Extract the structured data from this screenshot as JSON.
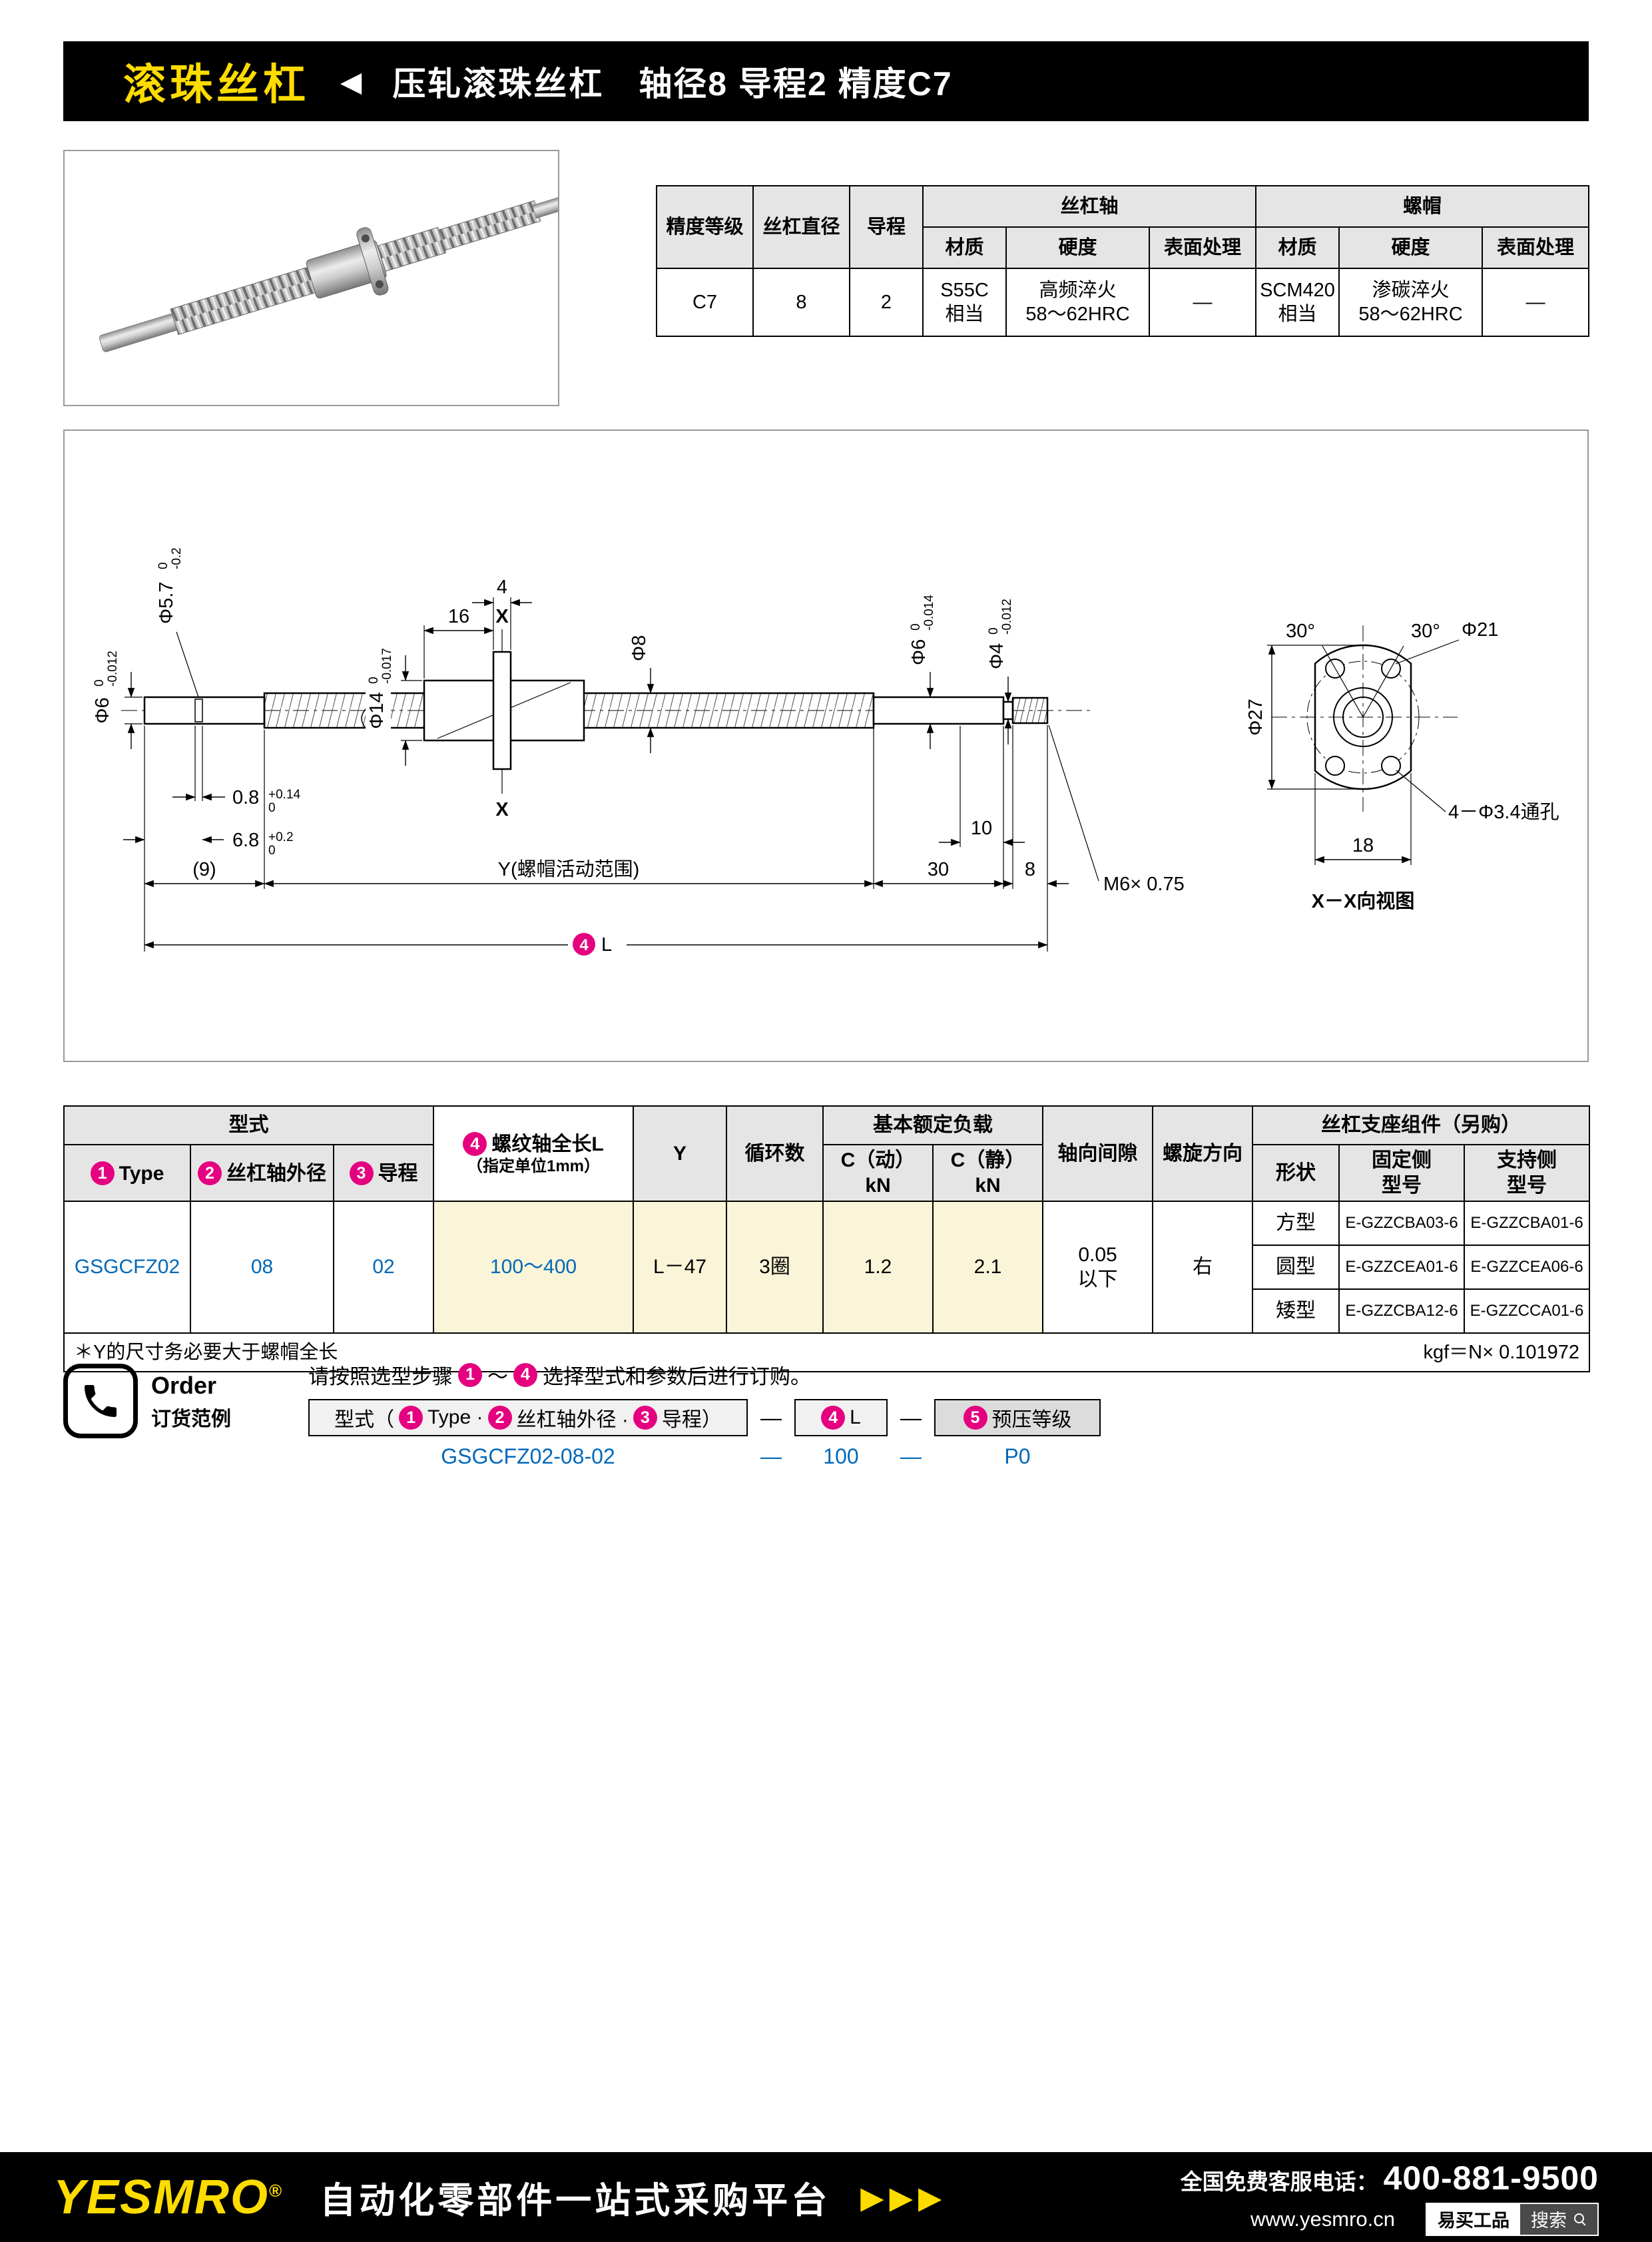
{
  "header": {
    "title": "滚珠丝杠",
    "arrow": "◀",
    "product": "压轧滚珠丝杠",
    "spec": "轴径8 导程2 精度C7"
  },
  "spec_table": {
    "h_accuracy": "精度等级",
    "h_diameter": "丝杠直径",
    "h_lead": "导程",
    "h_shaft": "丝杠轴",
    "h_nut": "螺帽",
    "h_material": "材质",
    "h_hardness": "硬度",
    "h_surface": "表面处理",
    "accuracy": "C7",
    "diameter": "8",
    "lead": "2",
    "shaft_material": "S55C\n相当",
    "shaft_hardness": "高频淬火\n58～62HRC",
    "shaft_surface": "—",
    "nut_material": "SCM420\n相当",
    "nut_hardness": "渗碳淬火\n58～62HRC",
    "nut_surface": "—"
  },
  "drawing": {
    "d6l": {
      "v": "Φ6",
      "t": "0",
      "b": "-0.012"
    },
    "d57": {
      "v": "Φ5.7",
      "t": "0",
      "b": "-0.2"
    },
    "d14": {
      "v": "Φ14",
      "t": "0",
      "b": "-0.017"
    },
    "d8": "Φ8",
    "d6r": {
      "v": "Φ6",
      "t": "0",
      "b": "-0.014"
    },
    "d4": {
      "v": "Φ4",
      "t": "0",
      "b": "-0.012"
    },
    "g08": {
      "v": "0.8",
      "t": "+0.14",
      "b": "0"
    },
    "g68": {
      "v": "6.8",
      "t": "+0.2",
      "b": "0"
    },
    "len16": "16",
    "len4": "4",
    "x": "X",
    "len30": "30",
    "len10": "10",
    "len8": "8",
    "m6": "M6× 0.75",
    "p9": "(9)",
    "yrange": "Y(螺帽活动范围)",
    "num4": "4",
    "l": "L",
    "a30l": "30°",
    "a30r": "30°",
    "d21": "Φ21",
    "d27": "Φ27",
    "holes": "4－Φ3.4通孔",
    "len18": "18",
    "xxview": "X－X向视图"
  },
  "sel": {
    "h_model": "型式",
    "h_type": "Type",
    "h_od": "丝杠轴外径",
    "h_lead": "导程",
    "h_len": "螺纹轴全长L",
    "h_len_note": "（指定单位1mm）",
    "h_y": "Y",
    "h_cycles": "循环数",
    "h_load": "基本额定负载",
    "h_cdyn": "C（动）",
    "h_cstat": "C（静）",
    "h_kn": "kN",
    "h_axial": "轴向间隙",
    "h_dir": "螺旋方向",
    "h_support": "丝杠支座组件（另购）",
    "h_shape": "形状",
    "h_fixed": "固定侧\n型号",
    "h_supportside": "支持侧\n型号",
    "model": "GSGCFZ02",
    "od": "08",
    "lead": "02",
    "len": "100～400",
    "y": "L－47",
    "cycles": "3圈",
    "cdyn": "1.2",
    "cstat": "2.1",
    "axial": "0.05\n以下",
    "dir": "右",
    "supports": [
      {
        "shape": "方型",
        "fixed": "E-GZZCBA03-6",
        "side": "E-GZZCBA01-6"
      },
      {
        "shape": "圆型",
        "fixed": "E-GZZCEA01-6",
        "side": "E-GZZCEA06-6"
      },
      {
        "shape": "矮型",
        "fixed": "E-GZZCBA12-6",
        "side": "E-GZZCCA01-6"
      }
    ],
    "footnote": "＊Y的尺寸务必要大于螺帽全长",
    "conversion": "kgf＝N×  0.101972"
  },
  "circ": {
    "n1": "1",
    "n2": "2",
    "n3": "3",
    "n4": "4",
    "n5": "5"
  },
  "order": {
    "en": "Order",
    "cn": "订货范例",
    "ins_pre": "请按照选型步骤",
    "ins_tilde": "～",
    "ins_post": "选择型式和参数后进行订购。",
    "box1_pre": "型式（",
    "box1_t1": "Type ·",
    "box1_t2": "丝杠轴外径 ·",
    "box1_t3": "导程）",
    "dash": "—",
    "box2_l": "L",
    "box3_label": "预压等级",
    "ex_model": "GSGCFZ02-08-02",
    "ex_len": "100",
    "ex_preload": "P0"
  },
  "footer": {
    "brand": "YESMRO",
    "reg": "®",
    "tagline": "自动化零部件一站式采购平台",
    "arrows": "▶▶▶",
    "hotline_label": "全国免费客服电话：",
    "hotline": "400-881-9500",
    "site": "www.yesmro.cn",
    "shop": "易买工品",
    "search": "搜索"
  }
}
